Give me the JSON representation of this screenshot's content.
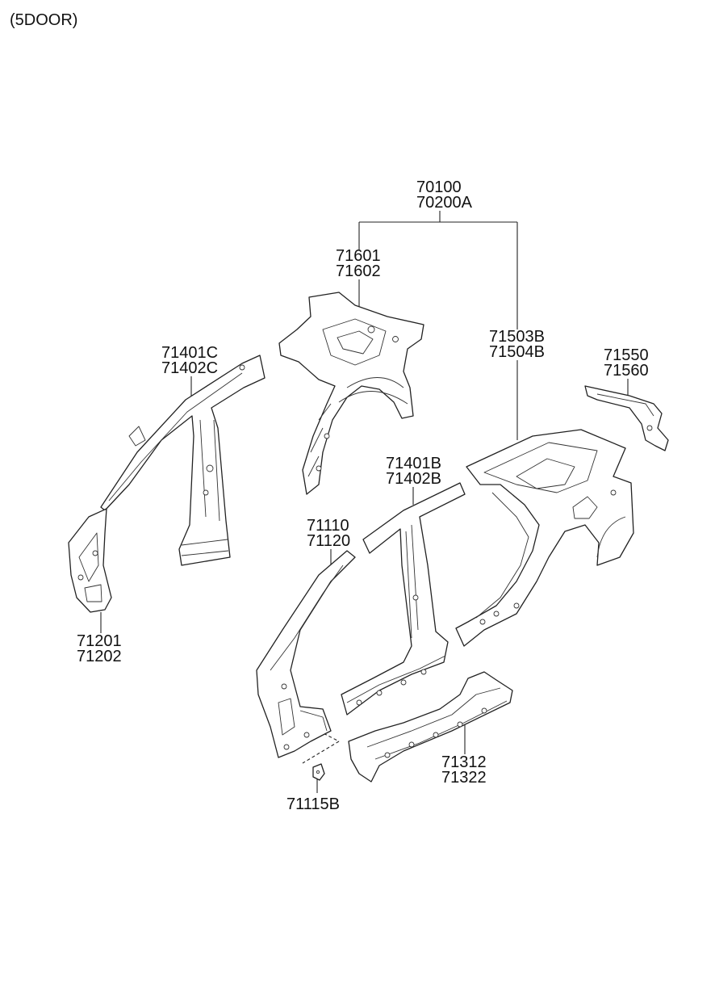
{
  "diagram": {
    "variant_label": "(5DOOR)",
    "callouts": [
      {
        "id": "assembly",
        "lines": [
          "70100",
          "70200A"
        ]
      },
      {
        "id": "rear-inner",
        "lines": [
          "71601",
          "71602"
        ]
      },
      {
        "id": "quarter-outer",
        "lines": [
          "71503B",
          "71504B"
        ]
      },
      {
        "id": "tail-lamp-panel",
        "lines": [
          "71550",
          "71560"
        ]
      },
      {
        "id": "roof-rail-inner",
        "lines": [
          "71401C",
          "71402C"
        ]
      },
      {
        "id": "roof-rail-outer",
        "lines": [
          "71401B",
          "71402B"
        ]
      },
      {
        "id": "a-pillar-outer",
        "lines": [
          "71110",
          "71120"
        ]
      },
      {
        "id": "a-pillar-inner",
        "lines": [
          "71201",
          "71202"
        ]
      },
      {
        "id": "side-sill",
        "lines": [
          "71312",
          "71322"
        ]
      },
      {
        "id": "bracket",
        "lines": [
          "71115B"
        ]
      }
    ]
  }
}
